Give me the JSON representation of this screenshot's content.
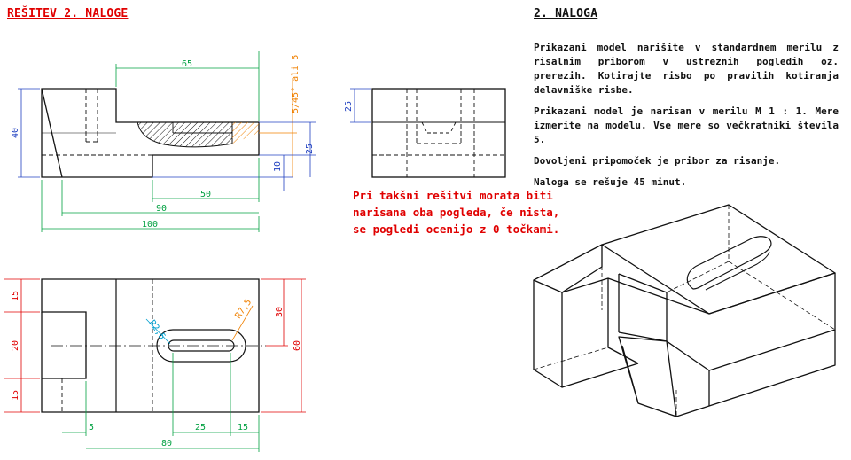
{
  "solution_title": "REŠITEV 2. NALOGE",
  "task_title": "2. NALOGA",
  "red_note": [
    "Pri takšni rešitvi morata biti",
    "narisana oba pogleda, če nista,",
    "se pogledi ocenijo z 0 točkami."
  ],
  "task_paragraphs": [
    "Prikazani model narišite v standardnem merilu z risalnim priborom v ustreznih pogledih oz. prerezih. Kotirajte risbo po pravilih kotiranja delavniške risbe.",
    "Prikazani model je narisan v merilu M 1 : 1. Mere izmerite na modelu. Vse mere so večkratniki števila 5.",
    "Dovoljeni pripomoček je pribor za risanje.",
    "Naloga se rešuje 45 minut."
  ],
  "dimensions": {
    "front_40": "40",
    "front_65": "65",
    "front_chamfer": "5/45° ali 5",
    "front_25": "25",
    "front_10": "10",
    "front_50": "50",
    "front_90": "90",
    "front_100": "100",
    "side_25": "25",
    "top_15a": "15",
    "top_20": "20",
    "top_15b": "15",
    "top_30": "30",
    "top_60": "60",
    "top_r25": "R2,5",
    "top_r75": "R7,5",
    "top_5": "5",
    "top_25": "25",
    "top_15c": "15",
    "top_80": "80"
  },
  "colors": {
    "red": "#e00000",
    "green": "#00a040",
    "blue": "#2040c0",
    "orange": "#f08000",
    "cyan": "#00a0d0",
    "line": "#111111"
  }
}
